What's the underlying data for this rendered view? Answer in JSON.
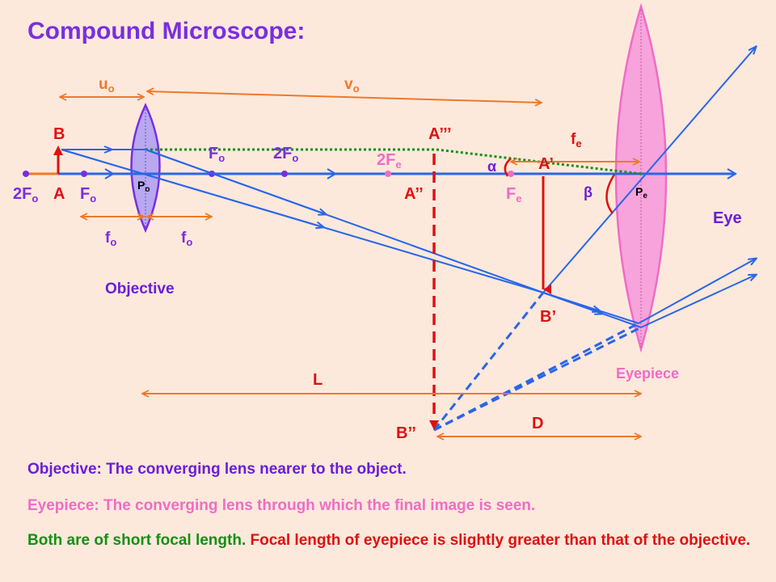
{
  "title": "Compound Microscope:",
  "labels": {
    "uo_main": "u",
    "uo_sub": "o",
    "vo_main": "v",
    "vo_sub": "o",
    "B": "B",
    "A": "A",
    "two_fo_left_main": "2F",
    "two_fo_left_sub": "o",
    "fo_left_main": "F",
    "fo_left_sub": "o",
    "po_main": "P",
    "po_sub": "o",
    "fo_right_main": "F",
    "fo_right_sub": "o",
    "two_fo_right_main": "2F",
    "two_fo_right_sub": "o",
    "two_fe_main": "2F",
    "two_fe_sub": "e",
    "a_triple": "A’’’",
    "a_double": "A’’",
    "fe_focus_main": "F",
    "fe_focus_sub": "e",
    "fe_len_main": "f",
    "fe_len_sub": "e",
    "alpha": "α",
    "a_prime": "A’",
    "beta": "β",
    "pe_main": "P",
    "pe_sub": "e",
    "eye": "Eye",
    "fo_len1_main": "f",
    "fo_len1_sub": "o",
    "fo_len2_main": "f",
    "fo_len2_sub": "o",
    "objective": "Objective",
    "b_prime": "B’",
    "eyepiece": "Eyepiece",
    "L": "L",
    "D": "D",
    "b_double": "B’’"
  },
  "descriptions": {
    "objective": "Objective:  The converging lens nearer to the object.",
    "eyepiece": "Eyepiece:  The converging lens through which the final image is seen.",
    "both_green": "Both are of short focal length.",
    "both_red": "  Focal length of eyepiece is slightly greater than that of the objective."
  },
  "colors": {
    "purple": "#7a2ee0",
    "blue": "#2a66e8",
    "orange": "#f07828",
    "red": "#e01010",
    "pink": "#f06cc6",
    "green": "#149014",
    "background": "#fde9dc"
  }
}
